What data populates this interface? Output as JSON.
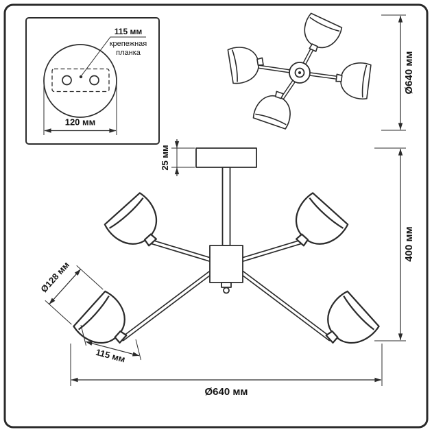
{
  "colors": {
    "line": "#2b2b2b",
    "background": "#ffffff"
  },
  "inset": {
    "hole_spacing": "115 мм",
    "bracket_caption_line1": "крепежная",
    "bracket_caption_line2": "планка",
    "plate_diameter": "120 мм"
  },
  "top_view": {
    "overall_diameter": "Ø640 мм"
  },
  "side_view": {
    "canopy_height": "25 мм",
    "overall_height": "400 мм",
    "shade_diameter": "Ø128 мм",
    "shade_height": "115 мм",
    "overall_diameter": "Ø640 мм"
  }
}
